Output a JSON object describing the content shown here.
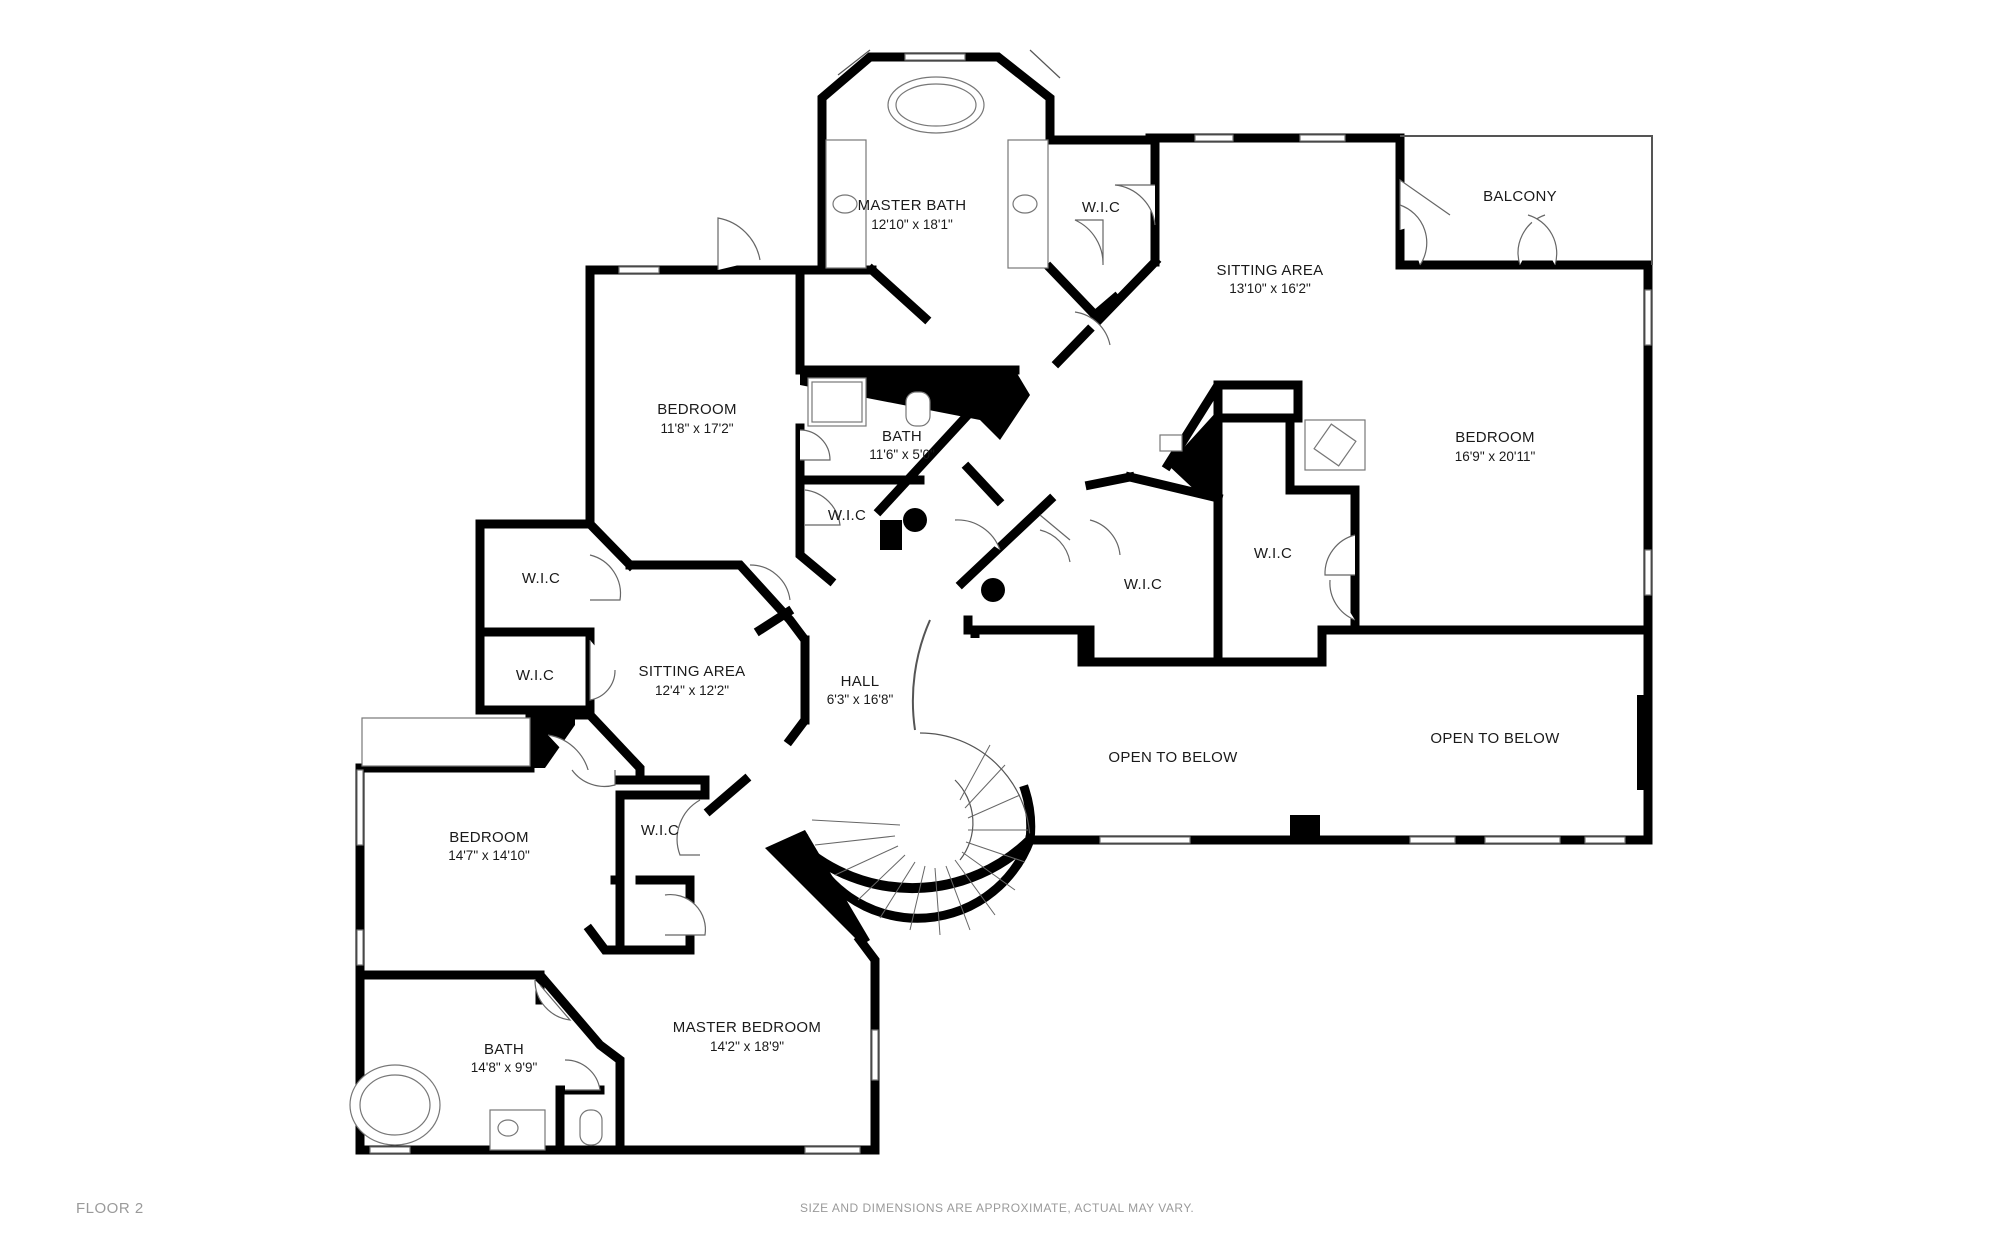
{
  "floor_label": "FLOOR 2",
  "disclaimer": "SIZE AND DIMENSIONS ARE APPROXIMATE, ACTUAL MAY VARY.",
  "rooms": {
    "master_bath": {
      "name": "MASTER BATH",
      "dims": "12'10\" x 18'1\""
    },
    "wic_top": {
      "name": "W.I.C",
      "dims": ""
    },
    "balcony": {
      "name": "BALCONY",
      "dims": ""
    },
    "sitting_area_top": {
      "name": "SITTING AREA",
      "dims": "13'10\" x 16'2\""
    },
    "bedroom_top_left": {
      "name": "BEDROOM",
      "dims": "11'8\" x 17'2\""
    },
    "bath_mid": {
      "name": "BATH",
      "dims": "11'6\" x 5'0\""
    },
    "wic_mid": {
      "name": "W.I.C",
      "dims": ""
    },
    "bedroom_right": {
      "name": "BEDROOM",
      "dims": "16'9\" x 20'11\""
    },
    "wic_right": {
      "name": "W.I.C",
      "dims": ""
    },
    "wic_center_right": {
      "name": "W.I.C",
      "dims": ""
    },
    "wic_left_top": {
      "name": "W.I.C",
      "dims": ""
    },
    "wic_left_bottom": {
      "name": "W.I.C",
      "dims": ""
    },
    "sitting_area_left": {
      "name": "SITTING AREA",
      "dims": "12'4\" x 12'2\""
    },
    "hall": {
      "name": "HALL",
      "dims": "6'3\" x 16'8\""
    },
    "open_to_below_1": {
      "name": "OPEN TO BELOW",
      "dims": ""
    },
    "open_to_below_2": {
      "name": "OPEN TO BELOW",
      "dims": ""
    },
    "bedroom_left": {
      "name": "BEDROOM",
      "dims": "14'7\" x 14'10\""
    },
    "wic_lower": {
      "name": "W.I.C",
      "dims": ""
    },
    "bath_lower": {
      "name": "BATH",
      "dims": "14'8\" x 9'9\""
    },
    "master_bedroom": {
      "name": "MASTER BEDROOM",
      "dims": "14'2\" x 18'9\""
    }
  },
  "colors": {
    "wall": "#000000",
    "text": "#1a1a1a",
    "footer": "#9a9a9a"
  }
}
